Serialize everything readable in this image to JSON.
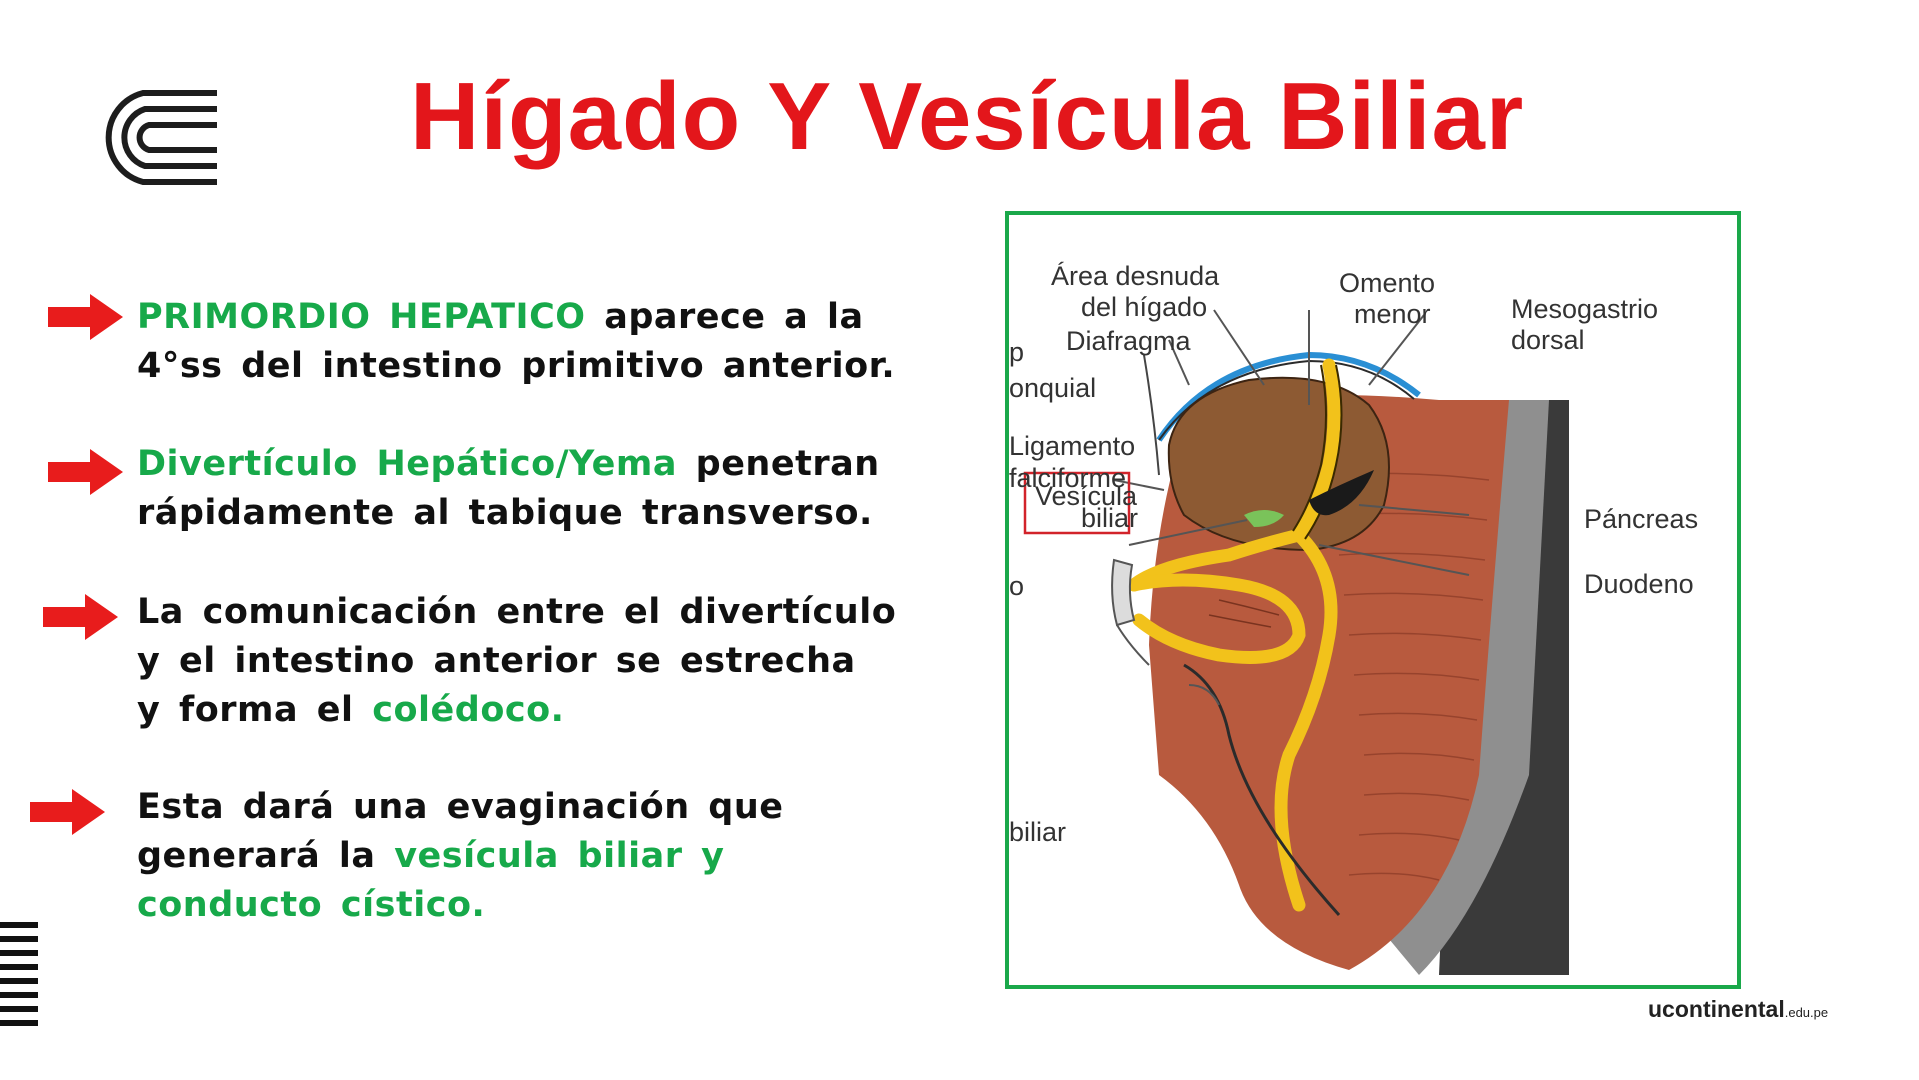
{
  "slide": {
    "title": "Hígado Y Vesícula Biliar",
    "bullets": [
      {
        "highlight": "PRIMORDIO HEPATICO",
        "text": " aparece a la 4°ss del intestino primitivo anterior."
      },
      {
        "highlight": "Divertículo Hepático/Yema",
        "text": " penetran rápidamente al tabique transverso."
      },
      {
        "text_before": "La comunicación entre el divertículo y el intestino anterior se estrecha y forma el ",
        "highlight": "colédoco."
      },
      {
        "text_before": "Esta dará una evaginación que generará la ",
        "highlight": "vesícula biliar y conducto cístico."
      }
    ]
  },
  "figure": {
    "labels": {
      "area_desnuda_1": "Área desnuda",
      "area_desnuda_2": "del hígado",
      "omento_1": "Omento",
      "omento_2": "menor",
      "mesogastrio_1": "Mesogastrio",
      "mesogastrio_2": "dorsal",
      "diafragma": "Diafragma",
      "bronquial": "onquial",
      "ligamento_1": "Ligamento",
      "ligamento_2": "falciforme",
      "vesicula_1": "Vesícula",
      "vesicula_2": "biliar",
      "pancreas": "Páncreas",
      "duodeno": "Duodeno",
      "biliar": "biliar",
      "edge_p": "p",
      "edge_o": "o"
    }
  },
  "footer": {
    "brand": "ucontinental",
    "brand_suffix": ".edu.pe"
  },
  "colors": {
    "title": "#e3161b",
    "highlight": "#17a94a",
    "arrow": "#e81c1c",
    "frame": "#1aa84a"
  },
  "icons": [
    "continental-logo-icon",
    "right-arrow-icon",
    "menu-lines-icon"
  ]
}
